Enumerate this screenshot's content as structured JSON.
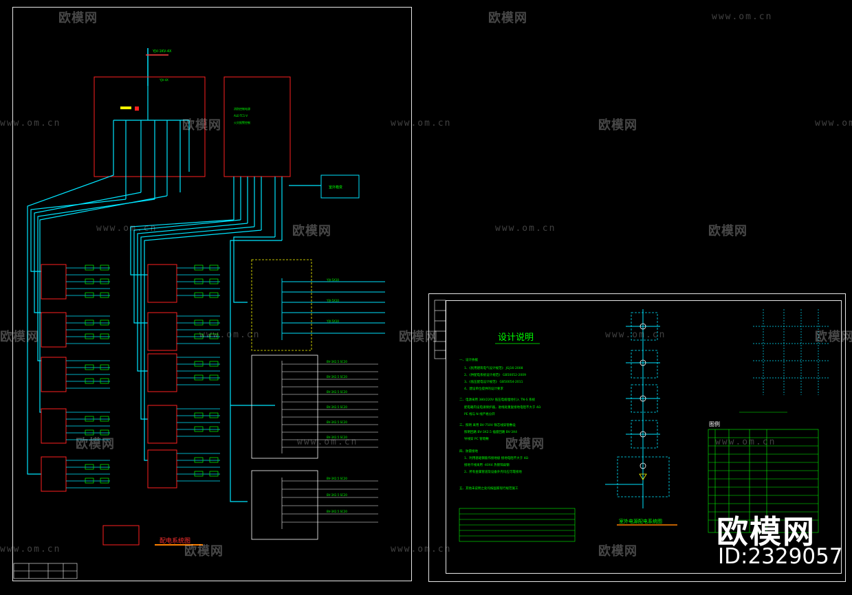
{
  "watermark": {
    "brand": "欧模网",
    "url": "www.om.cn",
    "id_text": "ID:2329057"
  },
  "left_sheet": {
    "drawing_title": "配电系统图"
  },
  "right_sheet": {
    "design_notes_title": "设计说明",
    "legend_title": "图例",
    "riser_title": "室外电源配电系统图"
  },
  "colors": {
    "background": "#000000",
    "cyan_wire": "#00e5ff",
    "red_box": "#ff2020",
    "green_text": "#00ff00",
    "white_frame": "#ffffff",
    "yellow": "#ffff00"
  }
}
